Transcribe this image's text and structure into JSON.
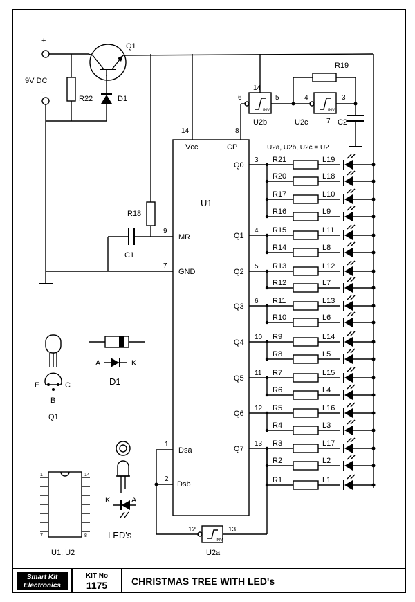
{
  "title": "CHRISTMAS TREE WITH LED's",
  "kit": {
    "label": "KIT No",
    "number": "1175"
  },
  "brand": {
    "line1": "Smart Kit",
    "line2": "Electronics"
  },
  "supply": {
    "label": "9V DC",
    "plus": "+",
    "minus": "−"
  },
  "parts": {
    "q1": "Q1",
    "d1": "D1",
    "r22": "R22",
    "r19": "R19",
    "r18": "R18",
    "c1": "C1",
    "c2": "C2",
    "u1": "U1",
    "u2a": "U2a",
    "u2b": "U2b",
    "u2c": "U2c",
    "inv": "INV",
    "u2_note": "U2a, U2b, U2c = U2"
  },
  "u1_pins_left": [
    {
      "name": "MR",
      "num": "9"
    },
    {
      "name": "GND",
      "num": "7"
    },
    {
      "name": "Dsa",
      "num": "1"
    },
    {
      "name": "Dsb",
      "num": "2"
    }
  ],
  "u1_pins_top": [
    {
      "name": "Vcc",
      "num": "14"
    },
    {
      "name": "CP",
      "num": "8"
    }
  ],
  "u1_outputs": [
    {
      "name": "Q0",
      "num": "3"
    },
    {
      "name": "Q1",
      "num": "4"
    },
    {
      "name": "Q2",
      "num": "5"
    },
    {
      "name": "Q3",
      "num": "6"
    },
    {
      "name": "Q4",
      "num": "10"
    },
    {
      "name": "Q5",
      "num": "11"
    },
    {
      "name": "Q6",
      "num": "12"
    },
    {
      "name": "Q7",
      "num": "13"
    }
  ],
  "gate_pins": {
    "u2b_in": "6",
    "u2b_vcc": "14",
    "u2b_out": "5",
    "u2c_in": "4",
    "u2c_out": "3",
    "u2c_gnd": "7",
    "u2a_in": "12",
    "u2a_out": "13"
  },
  "led_rows": [
    {
      "r": "R21",
      "l": "L19"
    },
    {
      "r": "R20",
      "l": "L18"
    },
    {
      "r": "R17",
      "l": "L10"
    },
    {
      "r": "R16",
      "l": "L9"
    },
    {
      "r": "R15",
      "l": "L11"
    },
    {
      "r": "R14",
      "l": "L8"
    },
    {
      "r": "R13",
      "l": "L12"
    },
    {
      "r": "R12",
      "l": "L7"
    },
    {
      "r": "R11",
      "l": "L13"
    },
    {
      "r": "R10",
      "l": "L6"
    },
    {
      "r": "R9",
      "l": "L14"
    },
    {
      "r": "R8",
      "l": "L5"
    },
    {
      "r": "R7",
      "l": "L15"
    },
    {
      "r": "R6",
      "l": "L4"
    },
    {
      "r": "R5",
      "l": "L16"
    },
    {
      "r": "R4",
      "l": "L3"
    },
    {
      "r": "R3",
      "l": "L17"
    },
    {
      "r": "R2",
      "l": "L2"
    },
    {
      "r": "R1",
      "l": "L1"
    }
  ],
  "legend": {
    "transistor_pins": {
      "e": "E",
      "b": "B",
      "c": "C"
    },
    "transistor_label": "Q1",
    "diode_a": "A",
    "diode_k": "K",
    "diode_label": "D1",
    "led_k": "K",
    "led_a": "A",
    "led_label": "LED's",
    "ic_pin1": "1",
    "ic_pin7": "7",
    "ic_pin8": "8",
    "ic_pin14": "14",
    "ic_label": "U1, U2"
  }
}
